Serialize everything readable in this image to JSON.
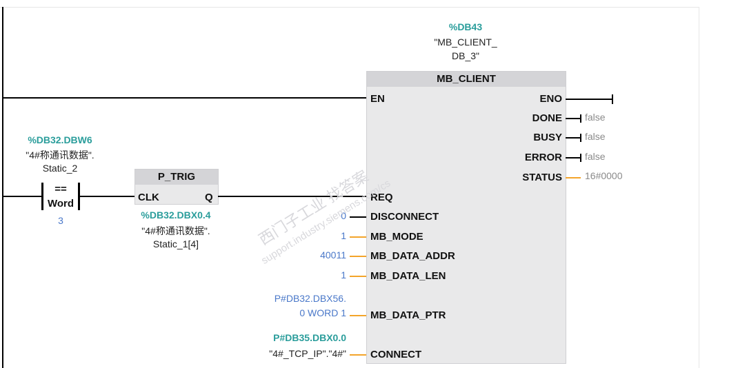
{
  "fb": {
    "instance_db_tag": "%DB43",
    "instance_db_name_line1": "\"MB_CLIENT_",
    "instance_db_name_line2": "DB_3\"",
    "title": "MB_CLIENT",
    "pins_left": {
      "en": "EN",
      "req": "REQ",
      "disconnect": "DISCONNECT",
      "mb_mode": "MB_MODE",
      "mb_data_addr": "MB_DATA_ADDR",
      "mb_data_len": "MB_DATA_LEN",
      "mb_data_ptr": "MB_DATA_PTR",
      "connect": "CONNECT"
    },
    "pins_right": {
      "eno": "ENO",
      "done": "DONE",
      "busy": "BUSY",
      "error": "ERROR",
      "status": "STATUS"
    },
    "outputs": {
      "done": "false",
      "busy": "false",
      "error": "false",
      "status": "16#0000"
    },
    "inputs": {
      "disconnect": "0",
      "mb_mode": "1",
      "mb_data_addr": "40011",
      "mb_data_len": "1",
      "mb_data_ptr_line1": "P#DB32.DBX56.",
      "mb_data_ptr_line2": "0 WORD 1",
      "connect_tag": "P#DB35.DBX0.0",
      "connect_name": "\"4#_TCP_IP\".\"4#\""
    }
  },
  "compare": {
    "tag": "%DB32.DBW6",
    "name_line1": "\"4#称通讯数据\".",
    "name_line2": "Static_2",
    "operator": "==",
    "type": "Word",
    "operand": "3"
  },
  "ptrig": {
    "title": "P_TRIG",
    "clk": "CLK",
    "q": "Q",
    "tag": "%DB32.DBX0.4",
    "name_line1": "\"4#称通讯数据\".",
    "name_line2": "Static_1[4]"
  },
  "watermark": {
    "cn": "西门子工业  找答案",
    "url": "support.industry.siemens.com/cs"
  },
  "colors": {
    "tag_teal": "#2a9d9b",
    "value_blue": "#4a78c9",
    "wire_orange": "#f3a42a",
    "block_bg": "#e9e9ea"
  }
}
